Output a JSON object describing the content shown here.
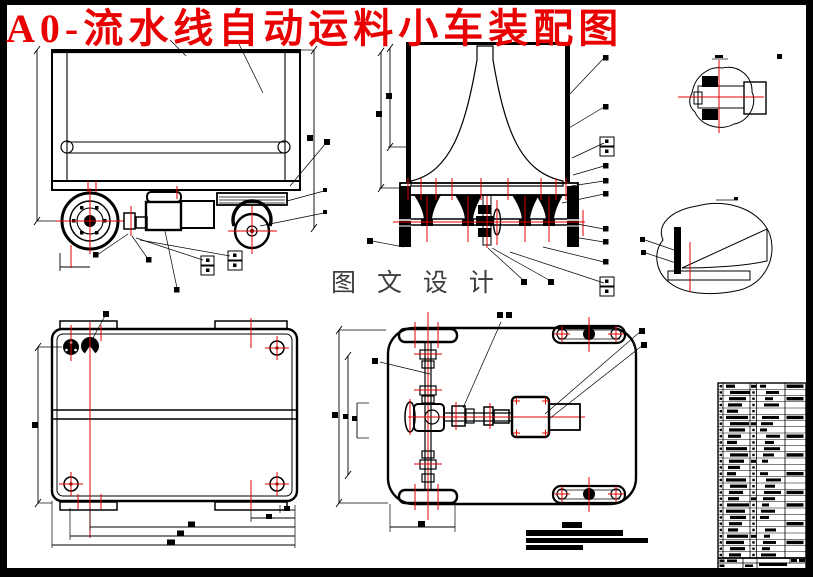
{
  "sheet": {
    "title": "A0-流水线自动运料小车装配图",
    "watermark": "图 文 设 计",
    "background": "#ffffff",
    "title_color": "#e90000",
    "centerline_color": "#e60000",
    "frame_color": "#000000"
  },
  "views": {
    "side_view": "side-elevation",
    "front_view": "front-section-with-hopper",
    "detail_a": "hub-section-detail",
    "detail_b": "corner-weld-detail",
    "top_view": "platform-top-view",
    "bottom_view": "chassis-underside-view"
  },
  "parts_table": {
    "visible_rows": 28,
    "visible_columns": 5,
    "text_legible": false
  },
  "technical_notes": {
    "heading_blob": true,
    "lines": 3,
    "text_legible": false
  }
}
